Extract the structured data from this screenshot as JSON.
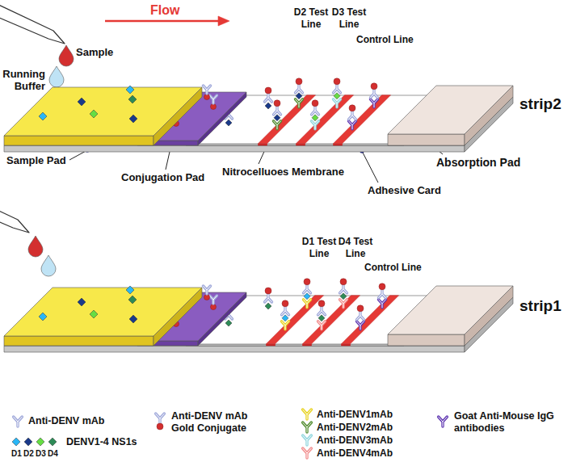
{
  "diagram": {
    "labels": [
      "Flow",
      "Sample",
      "Running Buffer",
      "D2 Test Line",
      "D3 Test Line",
      "Control Line",
      "strip2",
      "Sample Pad",
      "Absorption Pad",
      "Conjugation Pad",
      "Nitrocelluoes Membrane",
      "Adhesive Card",
      "D1 Test Line",
      "D4 Test Line",
      "Control Line",
      "strip1"
    ],
    "legend": [
      {
        "text": "Anti-DENV mAb"
      },
      {
        "text": "Anti-DENV mAb Gold Conjugate"
      },
      {
        "text": "Anti-DENV1mAb"
      },
      {
        "text": "Anti-DENV2mAb"
      },
      {
        "text": "Anti-DENV3mAb"
      },
      {
        "text": "Anti-DENV4mAb"
      },
      {
        "text": "Goat Anti-Mouse IgG antibodies"
      },
      {
        "text": "DENV1-4 NS1s"
      },
      {
        "text": "D1",
        "color": "#29b6f6"
      },
      {
        "text": "D2",
        "color": "#1a3a8a"
      },
      {
        "text": "D3",
        "color": "#66dd44"
      },
      {
        "text": "D4",
        "color": "#2e8b57"
      }
    ]
  }
}
